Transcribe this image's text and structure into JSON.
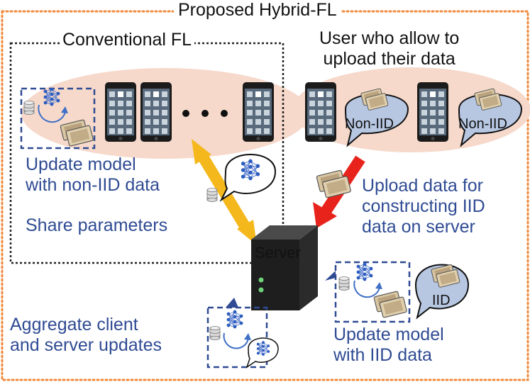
{
  "outer_title": "Proposed Hybrid-FL",
  "conventional_title": "Conventional FL",
  "users_title": [
    "User who allow to",
    "upload their data"
  ],
  "update_noniid": [
    "Update model",
    "with non-IID data"
  ],
  "share_parameters": "Share parameters",
  "upload_text": [
    "Upload data for",
    "constructing IID",
    "data on server"
  ],
  "aggregate": [
    "Aggregate client",
    "and server updates"
  ],
  "update_iid": [
    "Update model",
    "with IID data"
  ],
  "server_label": "Server",
  "noniid_label": "Non-IID",
  "iid_label": "IID",
  "ellipsis": "...",
  "colors": {
    "accent": "#2f4b93",
    "outer_border": "#f08a3c",
    "salmon": "#f6d9cb",
    "bubble": "#b7c7e2",
    "arrow_yellow": "#f5b81c",
    "arrow_red": "#e8231b",
    "icon_dark": "#243a6e",
    "icon_blue": "#3f6fc6"
  },
  "icons": {
    "neural_network": "neural-network-icon",
    "database": "database-icon",
    "cycle": "cycle-arrows-icon",
    "phone": "smartphone-icon",
    "data_cards": "data-cards-icon",
    "server": "server-tower-icon"
  }
}
